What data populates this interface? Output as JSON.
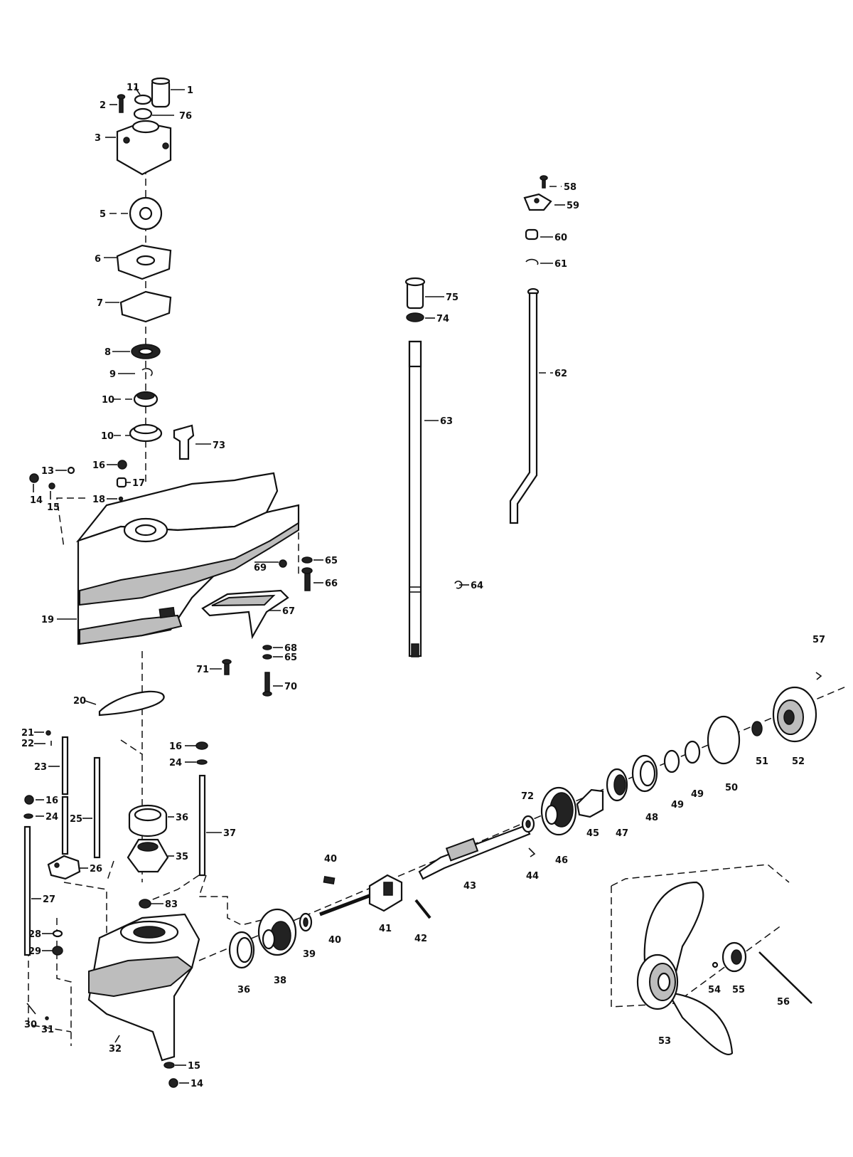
{
  "callouts": [
    "1",
    "2",
    "11",
    "76",
    "3",
    "5",
    "6",
    "7",
    "8",
    "9",
    "10",
    "10",
    "73",
    "16",
    "17",
    "18",
    "13",
    "14",
    "15",
    "65",
    "69",
    "66",
    "67",
    "19",
    "68",
    "65",
    "71",
    "70",
    "20",
    "21",
    "22",
    "23",
    "16",
    "24",
    "16",
    "24",
    "25",
    "37",
    "36",
    "35",
    "26",
    "27",
    "28",
    "29",
    "83",
    "30",
    "31",
    "32",
    "15",
    "14",
    "36",
    "38",
    "39",
    "40",
    "40",
    "41",
    "42",
    "43",
    "44",
    "72",
    "46",
    "45",
    "47",
    "48",
    "49",
    "49",
    "50",
    "51",
    "52",
    "57",
    "53",
    "54",
    "55",
    "56",
    "58",
    "59",
    "60",
    "61",
    "62",
    "63",
    "64",
    "74",
    "75"
  ]
}
